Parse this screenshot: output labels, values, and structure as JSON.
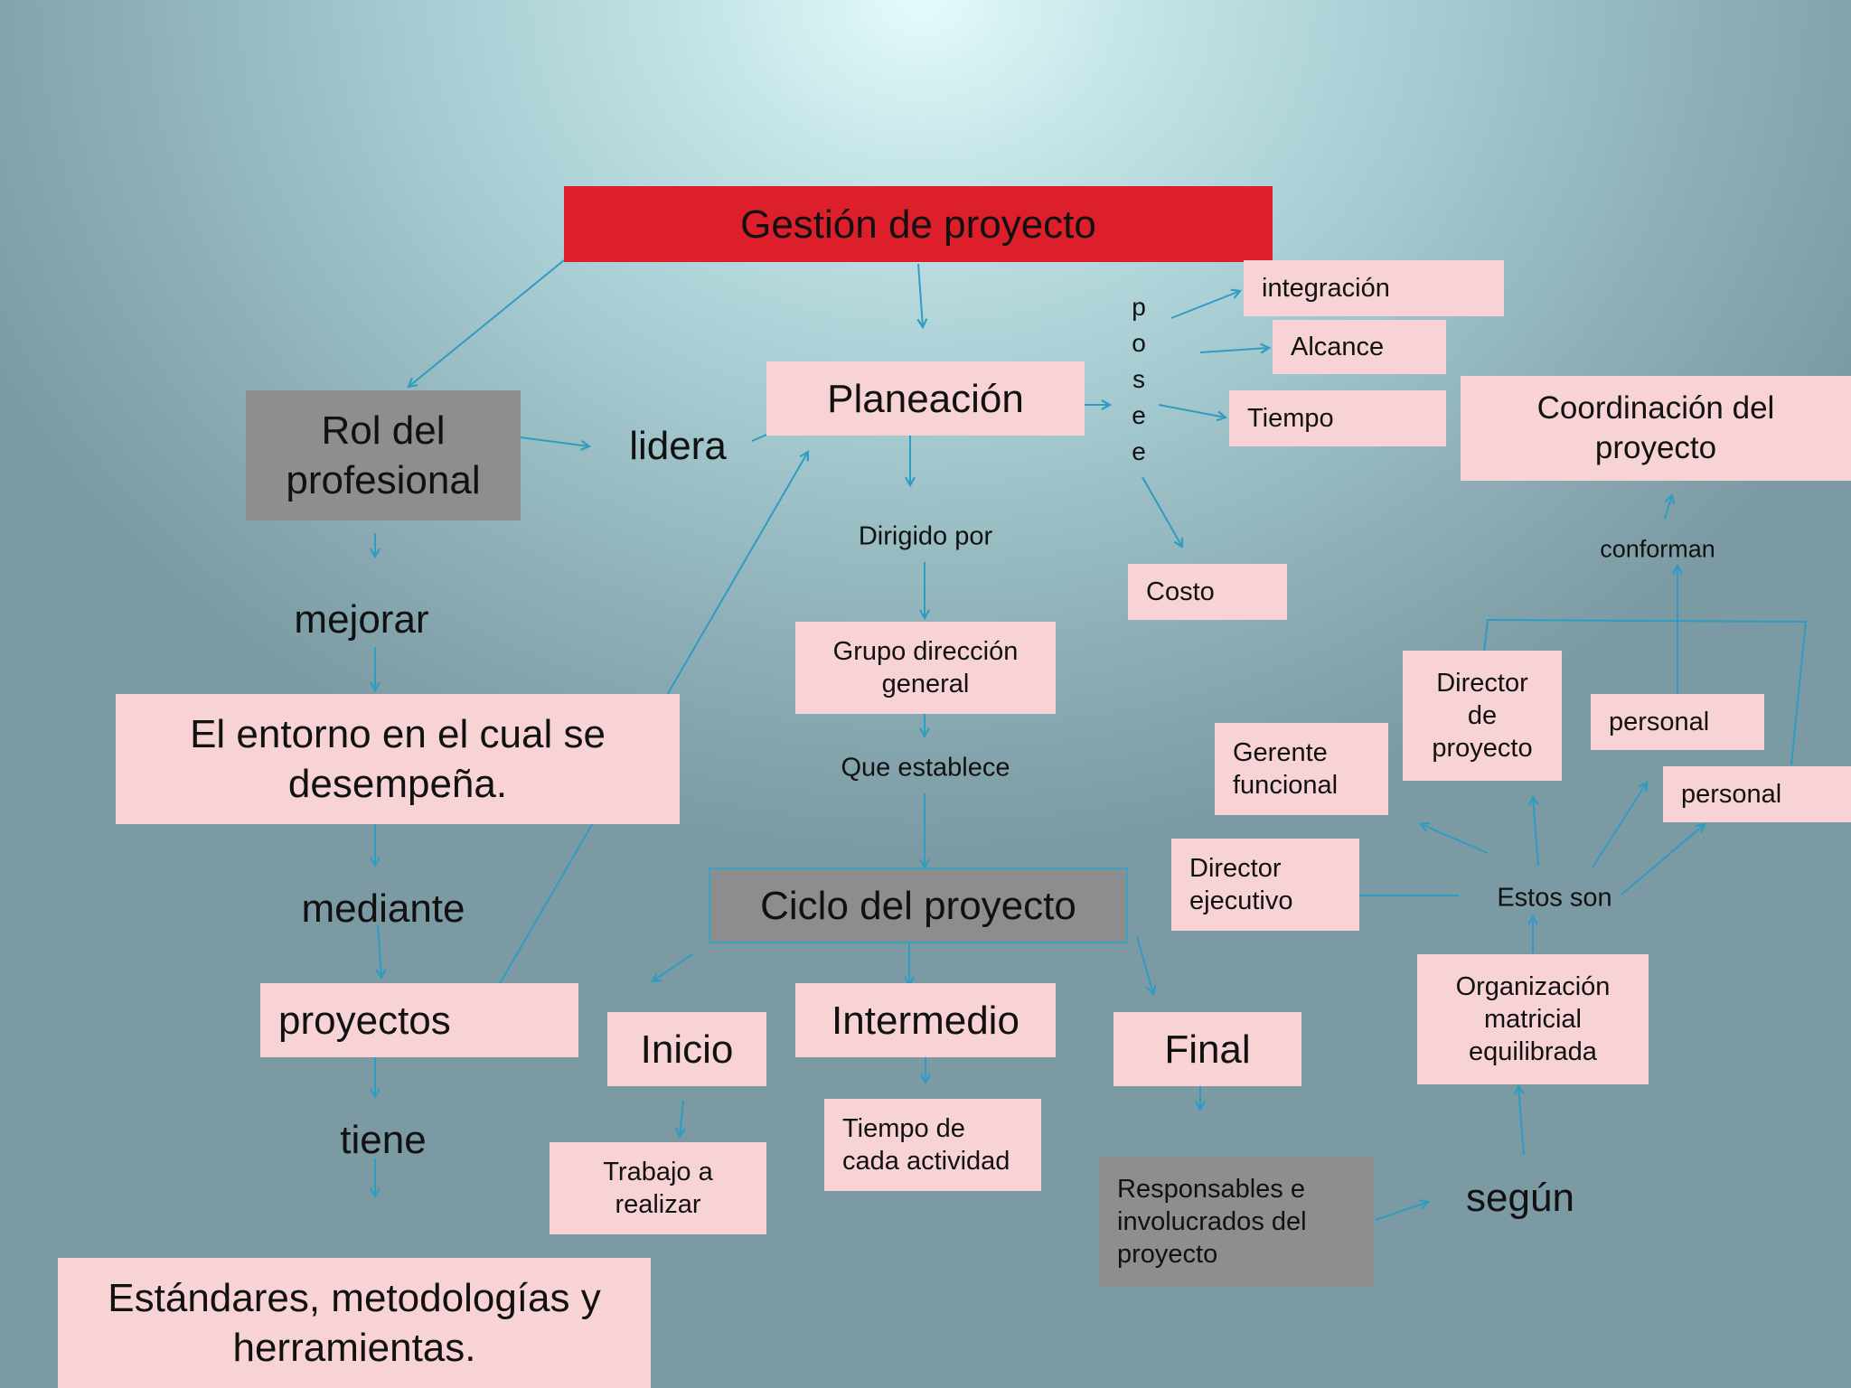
{
  "title": "Gestión de proyecto",
  "nodes": {
    "rol": "Rol del\nprofesional",
    "planeacion": "Planeación",
    "integracion": "integración",
    "alcance": "Alcance",
    "tiempo": "Tiempo",
    "costo": "Costo",
    "coordinacion": "Coordinación del\nproyecto",
    "entorno": "El entorno en el cual se\ndesempeña.",
    "proyectos": "proyectos",
    "estandares": "Estándares, metodologías  y\nherramientas.",
    "grupo": "Grupo dirección\ngeneral",
    "ciclo": "Ciclo del proyecto",
    "inicio": "Inicio",
    "intermedio": "Intermedio",
    "final": "Final",
    "trabajo": "Trabajo a\nrealizar",
    "tiempo_actividad": "Tiempo de\ncada actividad",
    "responsables": "Responsables e\ninvolucrados del\nproyecto",
    "director_proyecto": "Director\nde\nproyecto",
    "gerente_funcional": "Gerente\nfuncional",
    "personal_1": "personal",
    "personal_2": "personal",
    "director_ejecutivo": "Director\nejecutivo",
    "organizacion": "Organización\nmatricial\nequilibrada"
  },
  "labels": {
    "lidera": "lidera",
    "mejorar": "mejorar",
    "mediante": "mediante",
    "tiene": "tiene",
    "dirigido_por": "Dirigido por",
    "que_establece": "Que establece",
    "conforman": "conforman",
    "estos_son": "Estos son",
    "segun": "según",
    "posee": [
      "p",
      "o",
      "s",
      "e",
      "e"
    ]
  },
  "colors": {
    "title_box": "#dc1f2a",
    "node_pink": "#f8d3d6",
    "node_gray": "#8e8e90",
    "arrow": "#2f9cc2"
  }
}
